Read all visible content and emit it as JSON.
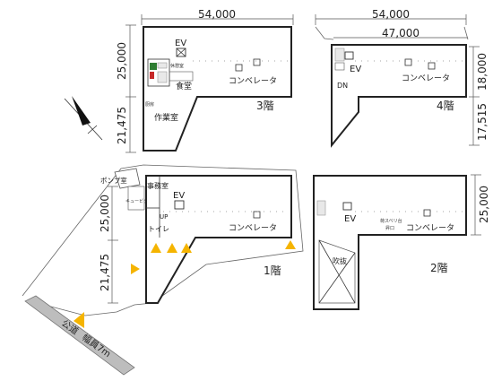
{
  "dimensions": {
    "f3_width": "54,000",
    "f3_depth_top": "25,000",
    "f3_depth_bottom": "21,475",
    "f4_width_outer": "54,000",
    "f4_width_inner": "47,000",
    "f4_depth_right": "18,000",
    "f4_depth_bottom": "17,515",
    "f1_depth_top": "25,000",
    "f1_depth_bottom": "21,475",
    "f2_depth": "25,000"
  },
  "floors": {
    "f1": {
      "label": "1階",
      "ev": "EV",
      "conveyor": "コンベレータ",
      "office": "事務室",
      "toilet": "トイレ",
      "up": "UP",
      "pump": "ポンプ室",
      "cubicle": "キュービクル"
    },
    "f2": {
      "label": "2階",
      "ev": "EV",
      "conveyor": "コンベレータ",
      "atrium": "吹抜",
      "chute": "荷スベリ台",
      "chute_sub": "昇口"
    },
    "f3": {
      "label": "3階",
      "ev": "EV",
      "conveyor": "コンベレータ",
      "dining": "食堂",
      "work": "作業室",
      "kitchen": "厨房",
      "rest": "休憩室"
    },
    "f4": {
      "label": "4階",
      "ev": "EV",
      "conveyor": "コンベレータ",
      "dn": "DN"
    }
  },
  "road": {
    "label": "公道",
    "width": "幅員7m"
  }
}
